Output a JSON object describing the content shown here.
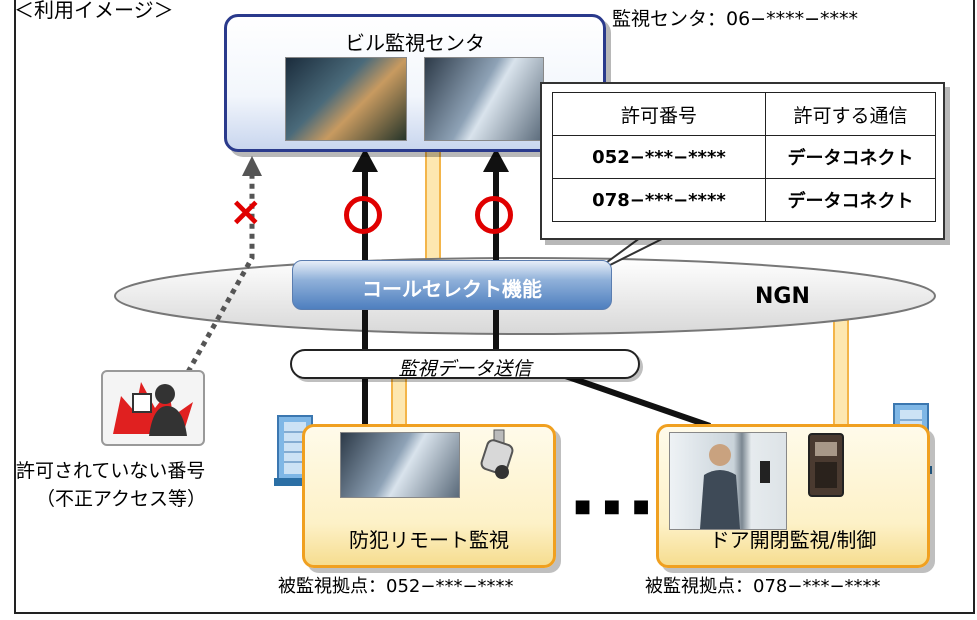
{
  "header_label": "＜利用イメージ＞",
  "center": {
    "title": "ビル監視センタ",
    "number_label": "監視センタ：06−****−****"
  },
  "permission_table": {
    "headers": [
      "許可番号",
      "許可する通信"
    ],
    "rows": [
      [
        "052−***−****",
        "データコネクト"
      ],
      [
        "078−***−****",
        "データコネクト"
      ]
    ]
  },
  "network": {
    "call_select_label": "コールセレクト機能",
    "ngn_label": "NGN",
    "data_send_label": "監視データ送信"
  },
  "marks": {
    "denied": "×",
    "allowed": "○"
  },
  "unauthorized": {
    "line1": "許可されていない番号",
    "line2": "（不正アクセス等）"
  },
  "sites": [
    {
      "name": "防犯リモート監視",
      "number_label": "被監視拠点：052−***−****"
    },
    {
      "name": "ドア開閉監視/制御",
      "number_label": "被監視拠点：078−***−****"
    }
  ],
  "ellipsis": "■ ■ ■",
  "colors": {
    "frame": "#222222",
    "center_border": "#2a3a8c",
    "site_border": "#f0a020",
    "allowed_mark": "#e00000",
    "denied_mark": "#e00000",
    "call_select": "#4e7fbf"
  }
}
